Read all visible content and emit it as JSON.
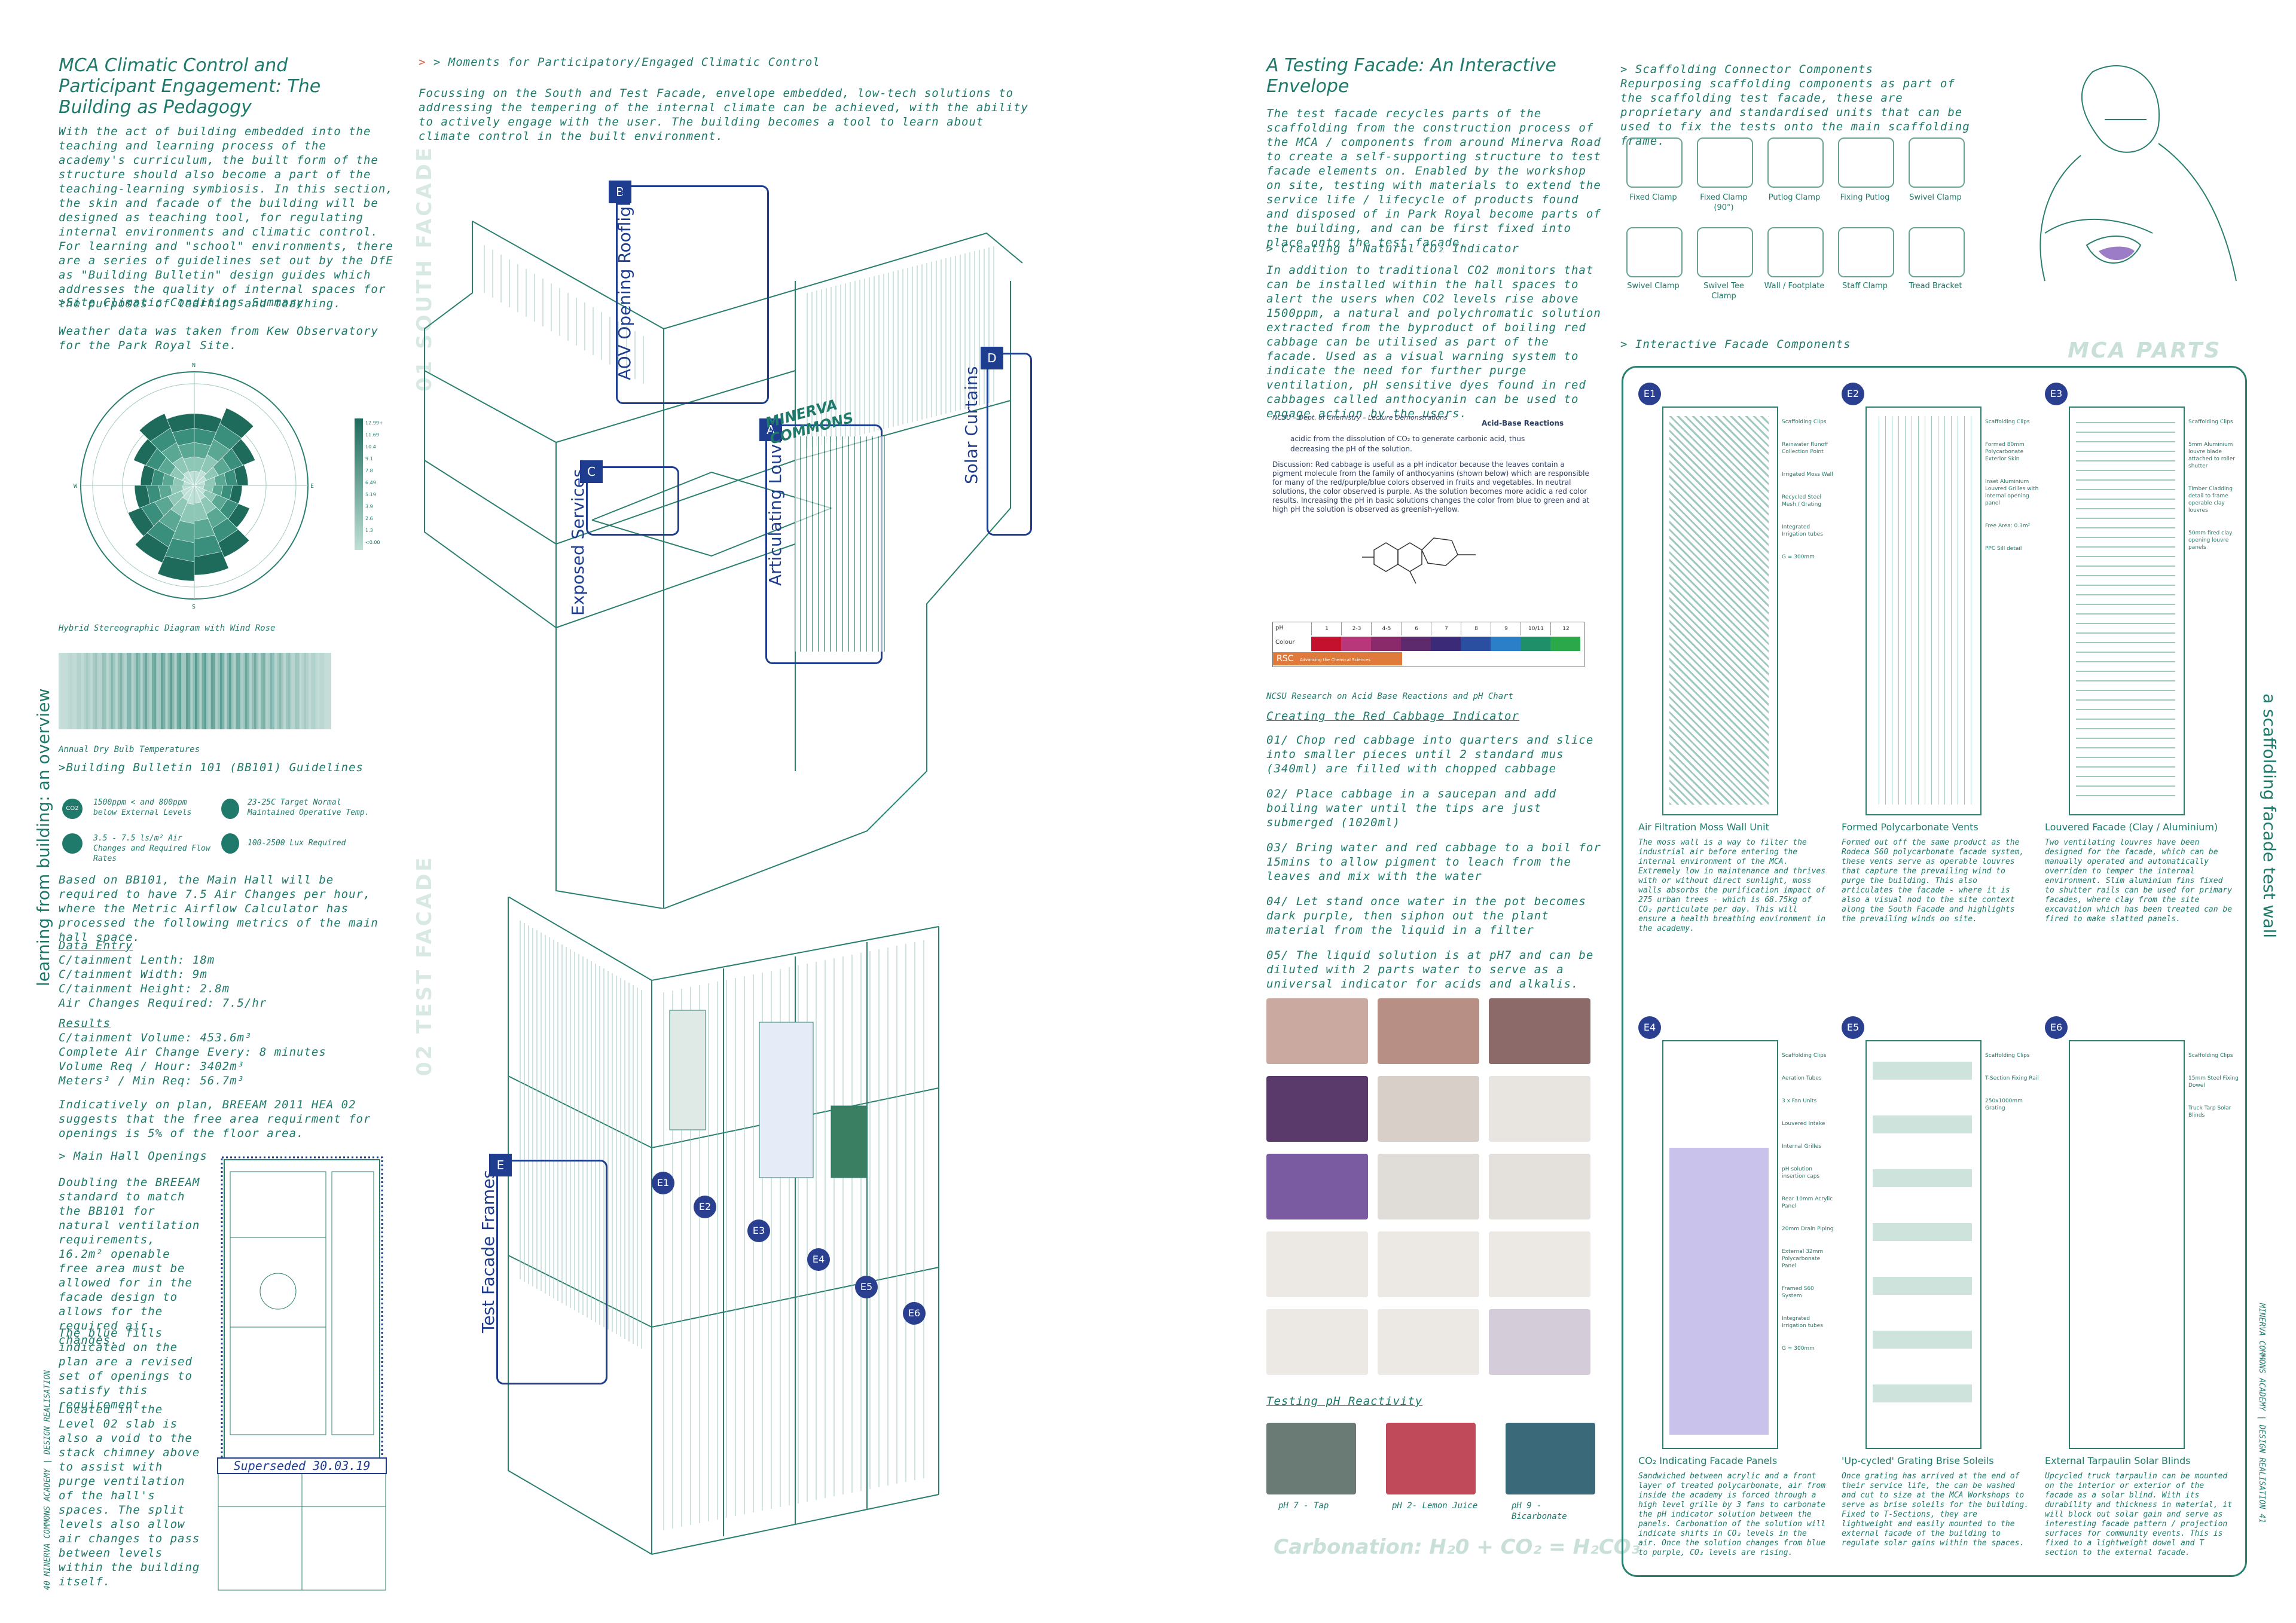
{
  "left": {
    "title": "MCA Climatic Control and Participant Engagement: The Building as Pedagogy",
    "intro": "With the act of building embedded into the teaching and learning process of the academy's curriculum, the built form of the structure should also become a part of the teaching-learning symbiosis. In this section, the skin and facade of the building will be designed as teaching tool, for regulating internal environments and climatic control. For learning and \"school\" environments, there are a series of guidelines set out by the DfE as \"Building Bulletin\" design guides which addresses the quality of internal spaces for the purposes of learning and teaching.",
    "site_heading": ">Site Climatic Conditions Summary",
    "weather_text": "Weather data was taken from Kew Observatory for the Park Royal Site.",
    "stereo_caption": "Hybrid Stereographic Diagram with Wind Rose",
    "drybulb_caption": "Annual Dry Bulb Temperatures",
    "bb_heading": ">Building Bulletin 101 (BB101) Guidelines",
    "guidelines": [
      {
        "icon": "CO2",
        "text": "1500ppm < and 800ppm below External Levels"
      },
      {
        "icon": "thermo",
        "text": "23-25C Target Normal Maintained Operative Temp."
      },
      {
        "icon": "air",
        "text": "3.5 - 7.5 ls/m² Air Changes and Required Flow Rates"
      },
      {
        "icon": "light",
        "text": "100-2500 Lux Required"
      }
    ],
    "bb_text": "Based on BB101, the Main Hall will be required to have 7.5 Air Changes per hour, where the Metric Airflow Calculator has processed the following metrics of the main hall space.",
    "data_entry_heading": "Data Entry",
    "data_entry": [
      "C/tainment Lenth: 18m",
      "C/tainment Width: 9m",
      "C/tainment Height: 2.8m",
      "Air Changes Required: 7.5/hr"
    ],
    "results_heading": "Results",
    "results": [
      "C/tainment Volume: 453.6m³",
      "Complete Air Change Every: 8 minutes",
      "Volume Req / Hour: 3402m³",
      "Meters³ / Min Req: 56.7m³"
    ],
    "breeam_text": "Indicatively on plan, BREEAM 2011 HEA 02 suggests that the free area requirment for openings is 5% of the floor area.",
    "openings_heading": "> Main Hall Openings",
    "openings_text": "Doubling the BREEAM standard to match the BB101 for natural ventilation requirements, 16.2m² openable free area must be allowed for in the facade design to allows for the required air changes.",
    "blue_fills_text": "The blue fills indicated on the plan are a revised set of openings to satisfy this requirement.",
    "level02_text": "Located in the Level 02 slab is also a void to the stack chimney above to assist with purge ventilation of the hall's spaces. The split levels also allow air changes to pass between levels within the building itself.",
    "superseded": "Superseded 30.03.19",
    "vertical_title": "learning from building: an overview",
    "page_footer": "40 MINERVA COMMONS ACADEMY | DESIGN REALISATION",
    "legend_values": [
      "12.99+",
      "11.69",
      "10.4",
      "9.1",
      "7.8",
      "6.49",
      "5.19",
      "3.9",
      "2.6",
      "1.3",
      "<0.00"
    ],
    "compass": {
      "n": "N",
      "e": "E",
      "s": "S",
      "w": "W"
    }
  },
  "center_left": {
    "heading": "> Moments for Participatory/Engaged Climatic Control",
    "text": "Focussing on the South and Test Facade, envelope embedded, low-tech solutions to addressing the tempering of the internal climate can be achieved, with the ability to actively engage with the user. The building becomes a tool to learn about climate control in the built environment.",
    "south_label": "01 SOUTH FACADE",
    "test_label": "02 TEST FACADE",
    "sign": "MINERVA COMMONS",
    "callouts": [
      {
        "tag": "A",
        "label": "Articulating Louvres"
      },
      {
        "tag": "B",
        "label": "AOV Opening Rooflights"
      },
      {
        "tag": "C",
        "label": "Exposed Services"
      },
      {
        "tag": "D",
        "label": "Solar Curtains"
      },
      {
        "tag": "E",
        "label": "Test Facade Frames"
      }
    ],
    "markers": [
      "E1",
      "E2",
      "E3",
      "E4",
      "E5",
      "E6"
    ]
  },
  "center_right": {
    "title": "A Testing Facade: An Interactive Envelope",
    "intro": "The test facade recycles parts of the scaffolding from the construction process of the MCA / components from around Minerva Road to create a self-supporting structure to test facade elements on. Enabled by the workshop on site, testing with materials to extend the service life / lifecycle of products found and disposed of in Park Royal become parts of the building, and can be first fixed into place onto the test facade.",
    "co2_heading": "> Creating a Natural CO₂ Indicator",
    "co2_text": "In addition to traditional CO2 monitors that can be installed within the hall spaces to alert the users when CO2 levels rise above 1500ppm, a natural and polychromatic solution extracted from the byproduct of boiling red cabbage can be utilised as part of the facade. Used as a visual warning system to indicate the need for further purge ventilation, pH sensitive dyes found in red cabbages called anthocyanin can be used to engage action by the users.",
    "ncsu_header": "NCSU – Dept. of Chemistry – Lecture Demonstrations",
    "ncsu_sub": "Acid-Base Reactions",
    "ncsu_line": "acidic from the dissolution of CO₂ to generate carbonic acid, thus decreasing the pH of the solution.",
    "ncsu_discussion": "Discussion: Red cabbage is useful as a pH indicator because the leaves contain a pigment molecule from the family of anthocyanins (shown below) which are responsible for many of the red/purple/blue colors observed in fruits and vegetables. In neutral solutions, the color observed is purple. As the solution becomes more acidic a red color results. Increasing the pH in basic solutions changes the color from blue to green and at high pH the solution is observed as greenish-yellow.",
    "ph_label": "pH",
    "colour_label": "Colour",
    "ph_values": [
      "1",
      "2-3",
      "4-5",
      "6",
      "7",
      "8",
      "9",
      "10/11",
      "12"
    ],
    "ph_colours": [
      "#c4122e",
      "#b8377a",
      "#8a2a6a",
      "#5e2a6e",
      "#3a2a78",
      "#2a4fa0",
      "#2b7fc8",
      "#1f8f6a",
      "#2aa84a"
    ],
    "rsc_label": "RSC",
    "rsc_sub": "Advancing the Chemical Sciences",
    "ncsu_caption": "NCSU Research on Acid Base Reactions and pH Chart",
    "recipe_heading": "Creating the Red Cabbage Indicator",
    "steps": [
      "01/ Chop red cabbage into quarters and slice into smaller pieces until 2 standard mus (340ml) are filled with chopped cabbage",
      "02/ Place cabbage in a saucepan and add boiling water until the tips are just submerged (1020ml)",
      "03/ Bring water and red cabbage to a boil for 15mins to allow pigment to leach from the leaves and mix with the water",
      "04/ Let stand once water in the pot becomes dark purple, then siphon out the plant material from the liquid in a filter",
      "05/ The liquid solution is at pH7 and can be diluted with 2 parts water to serve as a universal indicator for acids and alkalis."
    ],
    "testing_heading": "Testing pH Reactivity",
    "tests": [
      "pH 7 - Tap",
      "pH 2- Lemon Juice",
      "pH 9 - Bicarbonate"
    ],
    "carbonation": "Carbonation: H₂0 + CO₂ = H₂CO₃"
  },
  "right": {
    "connector_heading": "> Scaffolding Connector Components",
    "connector_text": "Repurposing scaffolding components as part of the scaffolding test facade, these are proprietary and standardised units that can be used to fix the tests onto the main scaffolding frame.",
    "connectors_row1": [
      "Fixed Clamp",
      "Fixed Clamp (90°)",
      "Putlog Clamp",
      "Fixing Putlog",
      "Swivel Clamp"
    ],
    "connectors_row2": [
      "Swivel Clamp",
      "Swivel Tee Clamp",
      "Wall / Footplate",
      "Staff Clamp",
      "Tread Bracket"
    ],
    "interactive_heading": "> Interactive Facade Components",
    "mca_parts": "MCA PARTS",
    "vertical_title": "a scaffolding facade test wall",
    "page_footer": "MINERVA COMMONS ACADEMY | DESIGN REALISATION 41",
    "parts": [
      {
        "tag": "E1",
        "title": "Air Filtration Moss Wall Unit",
        "text": "The moss wall is a way to filter the industrial air before entering the internal environment of the MCA. Extremely low in maintenance and thrives with or without direct sunlight, moss walls absorbs the purification impact of 275 urban trees - which is 68.75kg of CO₂ particulate per day. This will ensure a health breathing environment in the academy.",
        "notes": [
          "Scaffolding Clips",
          "Rainwater Runoff Collection Point",
          "Irrigated Moss Wall",
          "Recycled Steel Mesh / Grating",
          "Integrated Irrigation tubes",
          "G = 300mm"
        ]
      },
      {
        "tag": "E2",
        "title": "Formed Polycarbonate Vents",
        "text": "Formed out off the same product as the Rodeca S60 polycarbonate facade system, these vents serve as operable louvres that capture the prevailing wind to purge the building. This also articulates the facade - where it is also a visual nod to the site context along the South Facade and highlights the prevailing winds on site.",
        "notes": [
          "Scaffolding Clips",
          "Formed 80mm Polycarbonate Exterior Skin",
          "Inset Aluminium Louvred Grilles with internal opening panel",
          "Free Area: 0.3m²",
          "PPC Sill detail"
        ]
      },
      {
        "tag": "E3",
        "title": "Louvered Facade (Clay / Aluminium)",
        "text": "Two ventilating louvres have been designed for the facade, which can be manually operated and automatically overriden to temper the internal environment. Slim aluminium fins fixed to shutter rails can be used for primary facades, where clay from the site excavation which has been treated can be fired to make slatted panels.",
        "notes": [
          "Scaffolding Clips",
          "5mm Aluminium louvre blade attached to roller shutter",
          "Timber Cladding detail to frame operable clay louvres",
          "50mm fired clay opening louvre panels"
        ]
      },
      {
        "tag": "E4",
        "title": "CO₂ Indicating Facade Panels",
        "text": "Sandwiched between acrylic and a front layer of treated polycarbonate, air from inside the academy is forced through a high level grille by 3 fans to carbonate the pH indicator solution between the panels. Carbonation of the solution will indicate shifts in CO₂ levels in the air. Once the solution changes from blue to purple, CO₂ levels are rising.",
        "notes": [
          "Scaffolding Clips",
          "Aeration Tubes",
          "3 x Fan Units",
          "Louvered Intake",
          "Internal Grilles",
          "pH solution insertion caps",
          "Rear 10mm Acrylic Panel",
          "20mm Drain Piping",
          "External 32mm Polycarbonate Panel",
          "Framed S60 System",
          "Integrated Irrigation tubes",
          "G = 300mm"
        ]
      },
      {
        "tag": "E5",
        "title": "'Up-cycled' Grating Brise Soleils",
        "text": "Once grating has arrived at the end of their service life, the can be washed and cut to size at the MCA Workshops to serve as brise soleils for the building. Fixed to T-Sections, they are lightweight and easily mounted to the external facade of the building to regulate solar gains within the spaces.",
        "notes": [
          "Scaffolding Clips",
          "T-Section Fixing Rail",
          "250x1000mm Grating"
        ]
      },
      {
        "tag": "E6",
        "title": "External Tarpaulin Solar Blinds",
        "text": "Upcycled truck tarpaulin can be mounted on the interior or exterior of the facade as a solar blind. With its durability and thickness in material, it will block out solar gain and serve as interesting facade pattern / projection surfaces for community events. This is fixed to a lightweight dowel and T section to the external facade.",
        "notes": [
          "Scaffolding Clips",
          "15mm Steel Fixing Dowel",
          "Truck Tarp Solar Blinds"
        ]
      }
    ]
  },
  "colors": {
    "teal": "#1f7a6b",
    "navy": "#1e3d8f",
    "accent": "#e1603a",
    "panel_lilac": "#c9c2ea"
  }
}
